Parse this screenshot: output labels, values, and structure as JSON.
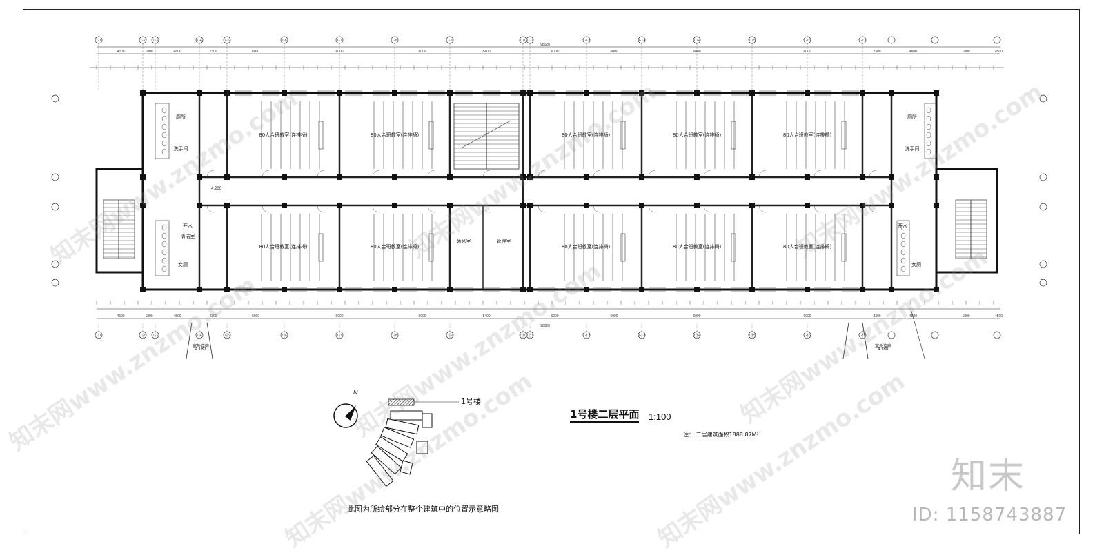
{
  "drawing": {
    "title": "1号楼二层平面",
    "scale": "1:100",
    "note": "注：  二层建筑面积1888.87M²",
    "overall_dimension": "98020",
    "level": "4.200",
    "exit_label": "室外连廊",
    "exit_level": "4.180"
  },
  "keymap": {
    "building_label": "1号楼",
    "caption": "此图为所绘部分在整个建筑中的位置示意略图",
    "north": "N"
  },
  "rooms": {
    "classroom": "80人合班教室(连排椅)",
    "toilet": "厕所",
    "women_toilet": "女厕",
    "wash": "洗手间",
    "rest": "休息室",
    "manage": "管理室",
    "water": "开水",
    "clean": "清洁室"
  },
  "axes": [
    "1-1",
    "1-2",
    "1-3",
    "1-4",
    "1-5",
    "1-6",
    "1-7",
    "1-8",
    "1-9",
    "1-10",
    "1-11",
    "1-12",
    "1-13",
    "1-14",
    "1-15",
    "1-16",
    "1-17"
  ],
  "dims_top": [
    "4500",
    "1800",
    "4800",
    "2300",
    "6000",
    "6000",
    "6000",
    "8400",
    "6000",
    "6000",
    "6000",
    "6000",
    "2300",
    "4800",
    "1800",
    "4500"
  ],
  "branding": {
    "logo_text": "知末",
    "id_text": "ID: 1158743887",
    "watermark": "知末网www.znzmo.com"
  }
}
